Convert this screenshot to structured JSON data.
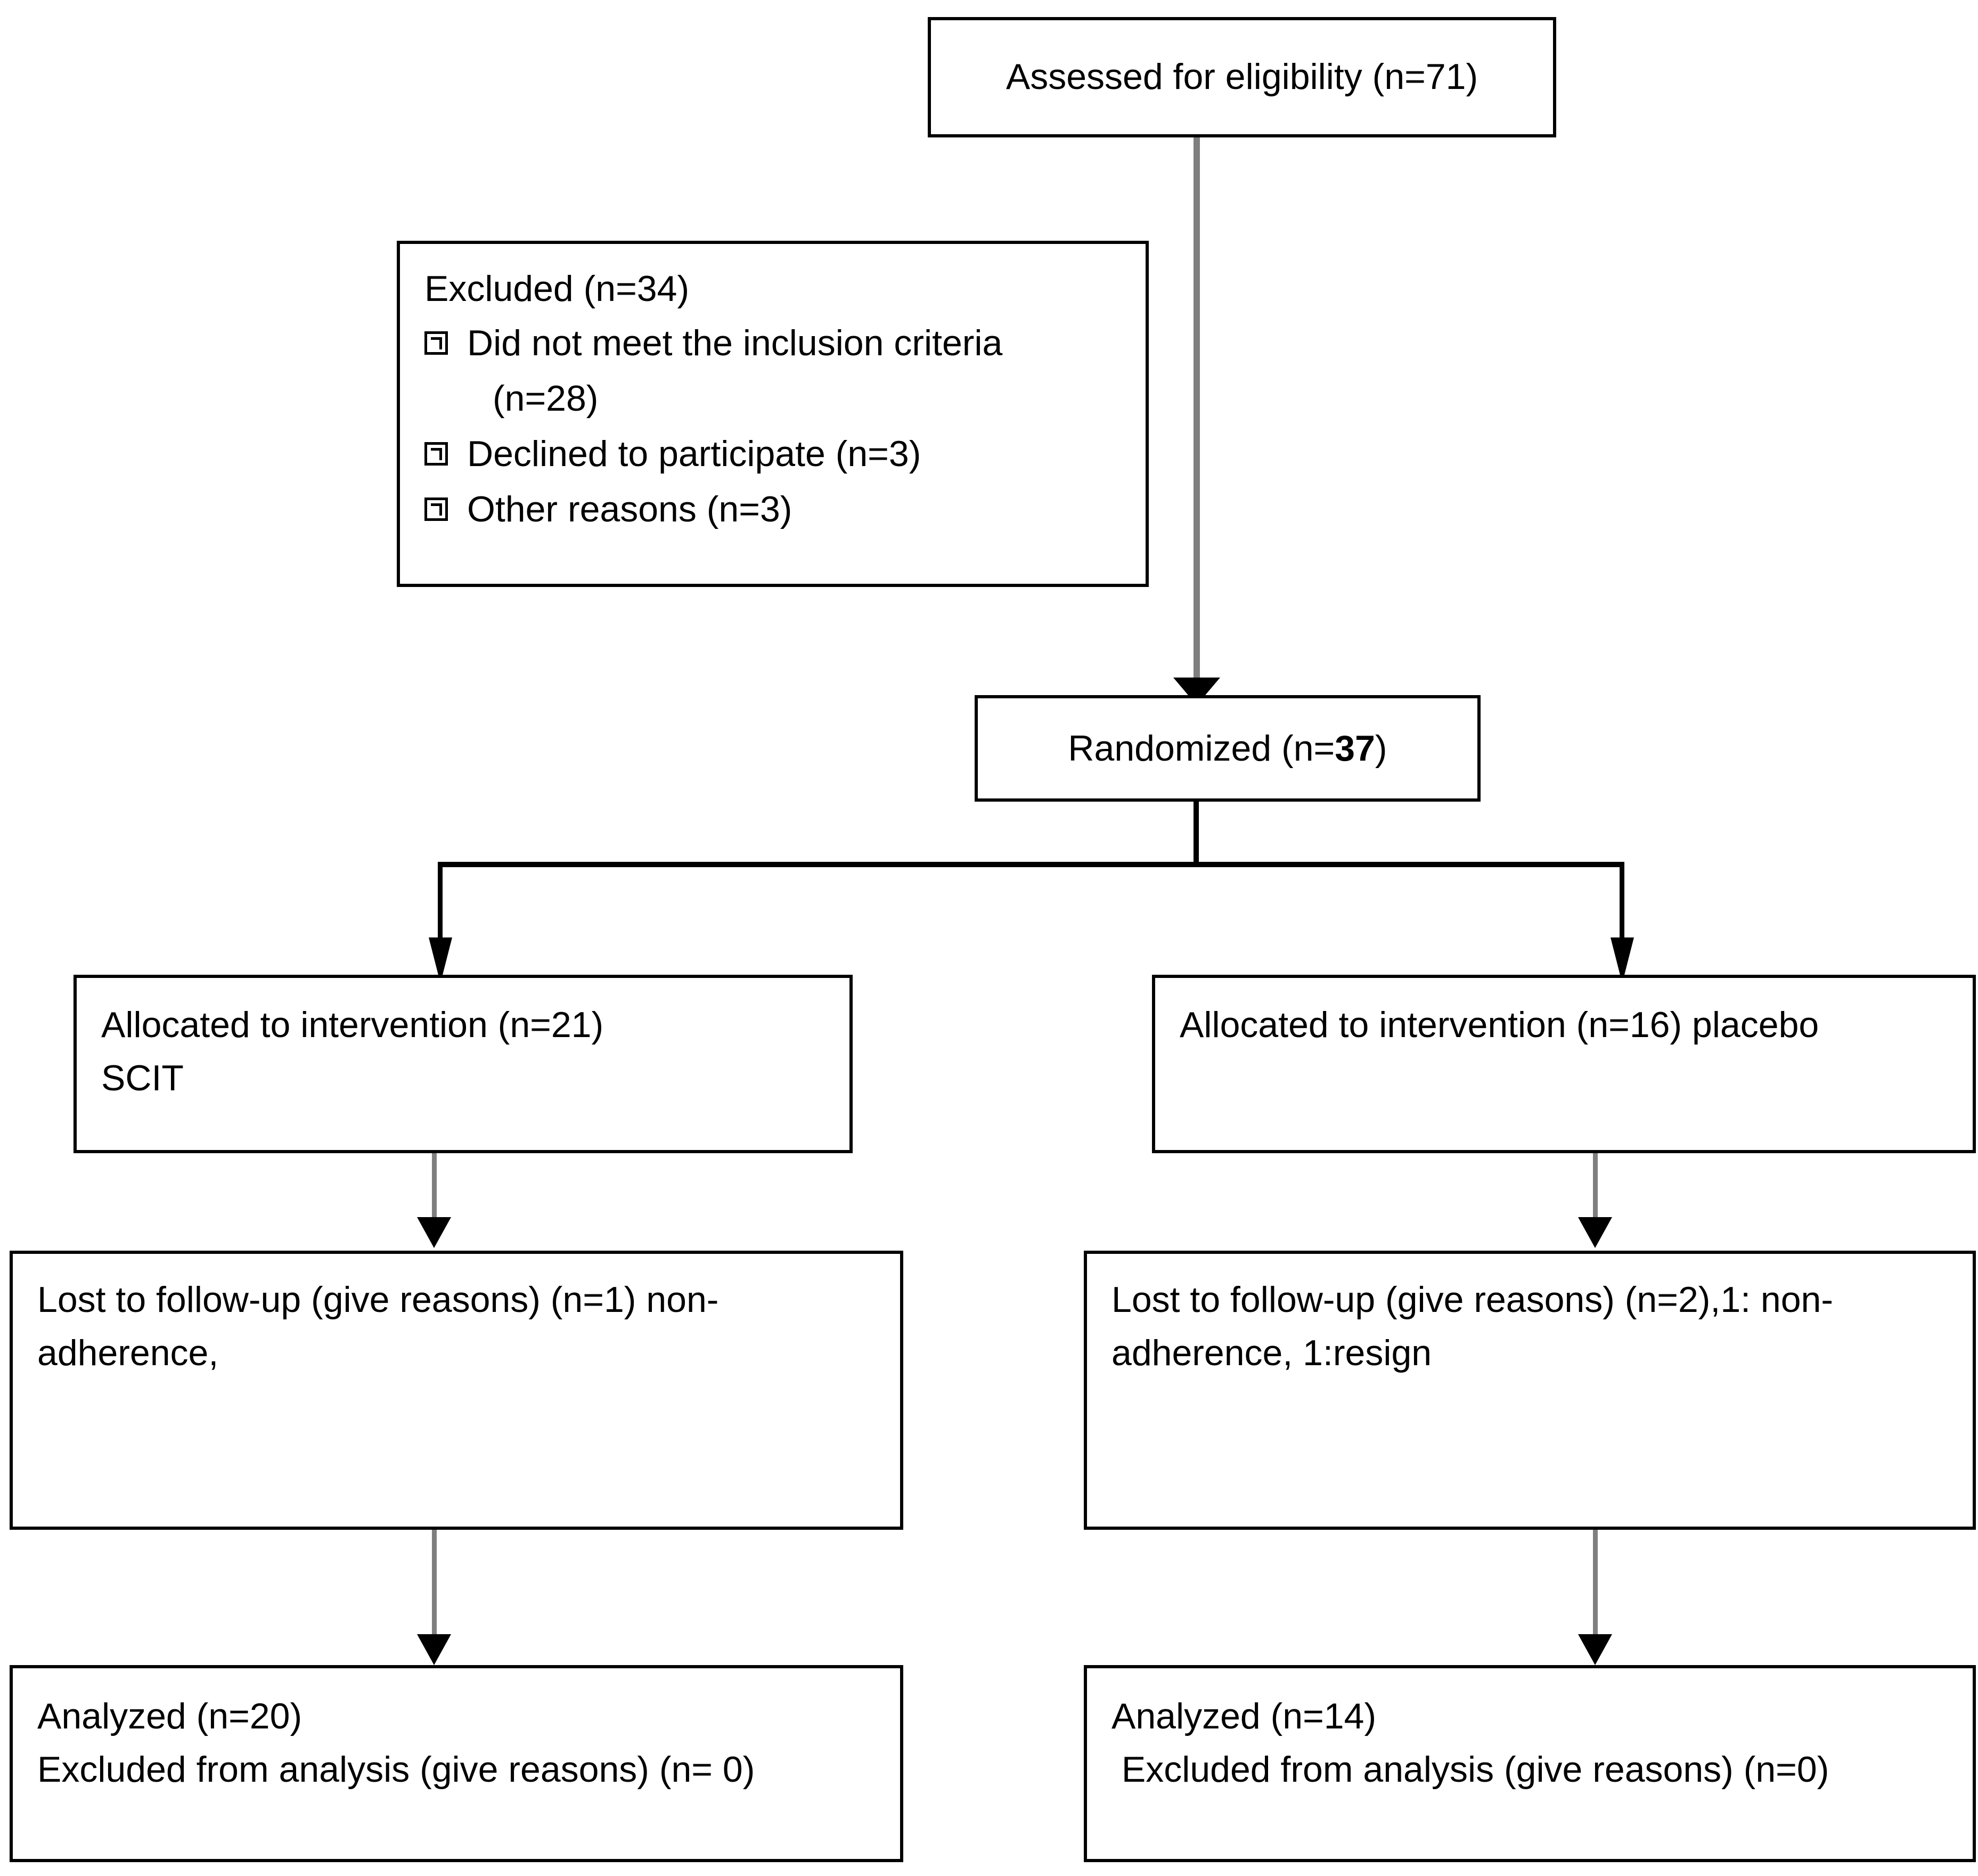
{
  "diagram": {
    "type": "consort-flow-diagram",
    "nodes": {
      "assessed": {
        "label": "Assessed for eligibility (n=71)",
        "n": 71
      },
      "excluded": {
        "heading": "Excluded (n=34)",
        "n": 34,
        "reasons": [
          {
            "text_line1": "Did not meet the inclusion criteria",
            "text_line2": "(n=28)",
            "n": 28
          },
          {
            "text_line1": "Declined to participate (n=3)",
            "text_line2": "",
            "n": 3
          },
          {
            "text_line1": "Other reasons (n=3)",
            "text_line2": "",
            "n": 3
          }
        ]
      },
      "randomized": {
        "label_prefix": "Randomized (n=",
        "n": "37",
        "label_suffix": ")"
      },
      "allocated_left": {
        "line1": "Allocated to intervention (n=21)",
        "line2": "SCIT",
        "n": 21
      },
      "allocated_right": {
        "line1": "Allocated to intervention (n=16) placebo",
        "line2": "",
        "n": 16
      },
      "lost_left": {
        "line1": "Lost to follow-up (give reasons) (n=1) non-",
        "line2": "adherence,",
        "n": 1
      },
      "lost_right": {
        "line1": "Lost to follow-up (give reasons) (n=2),1: non-",
        "line2": "adherence, 1:resign",
        "n": 2
      },
      "analyzed_left": {
        "line1": "Analyzed (n=20)",
        "line2": "Excluded from analysis (give reasons) (n= 0)",
        "n": 20
      },
      "analyzed_right": {
        "line1": "Analyzed (n=14)",
        "line2": " Excluded from analysis (give reasons) (n=0)",
        "n": 14
      }
    },
    "colors": {
      "box_border": "#000000",
      "connector_gray": "#7f7f7f",
      "connector_black": "#000000",
      "background": "#ffffff",
      "text": "#000000"
    }
  }
}
